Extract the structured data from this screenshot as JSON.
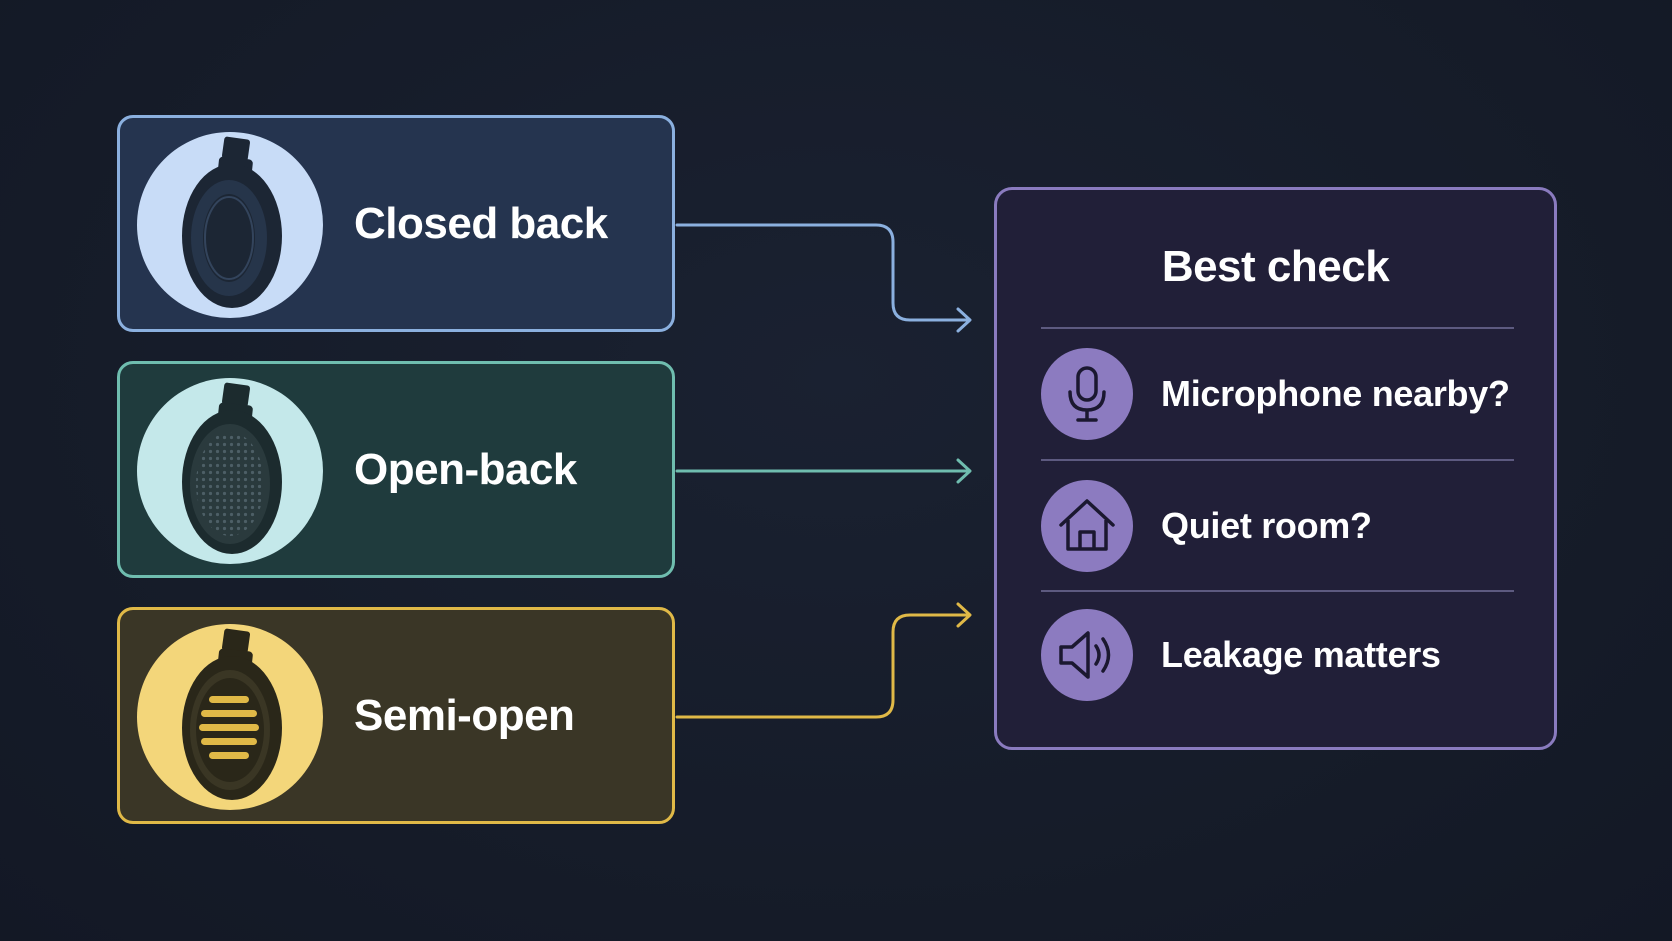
{
  "headphone_types": [
    {
      "label": "Closed back",
      "icon": "closed-back-headphone-icon",
      "color": "#8bb0df"
    },
    {
      "label": "Open-back",
      "icon": "open-back-headphone-icon",
      "color": "#6fbdaf"
    },
    {
      "label": "Semi-open",
      "icon": "semi-open-headphone-icon",
      "color": "#e0b947"
    }
  ],
  "best_check": {
    "title": "Best check",
    "items": [
      {
        "label": "Microphone nearby?",
        "icon": "microphone-icon"
      },
      {
        "label": "Quiet room?",
        "icon": "house-icon"
      },
      {
        "label": "Leakage matters",
        "icon": "speaker-icon"
      }
    ],
    "accent_color": "#8a7bbf"
  }
}
